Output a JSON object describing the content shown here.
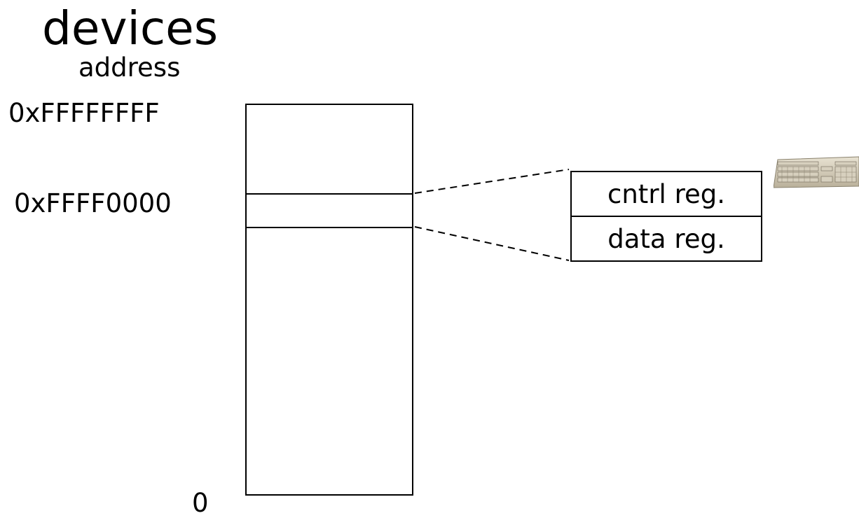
{
  "diagram": {
    "title": "devices",
    "column_header": "address",
    "addresses": {
      "top": "0xFFFFFFFF",
      "device_region": "0xFFFF0000",
      "bottom": "0"
    },
    "registers": {
      "control": "cntrl reg.",
      "data": "data reg."
    },
    "device_icon": "keyboard-icon"
  }
}
